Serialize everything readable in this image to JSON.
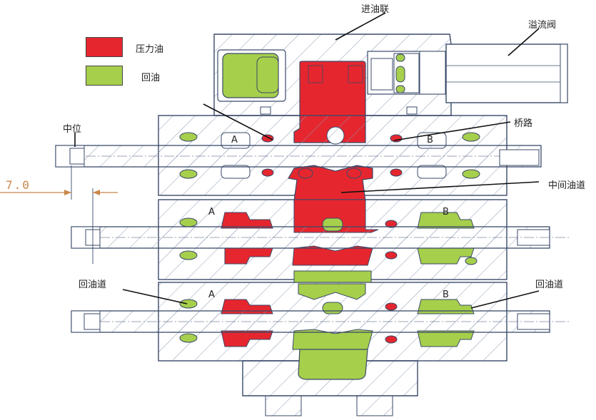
{
  "legend": {
    "pressure_label": "压力油",
    "return_label": "回油",
    "pressure_color": "#e6262e",
    "return_color": "#a6cf4b"
  },
  "labels": {
    "inlet_section": "进油联",
    "relief_valve": "溢流阀",
    "neutral_position": "中位",
    "bridge_passage": "桥路",
    "middle_passage": "中间油道",
    "return_passage_left": "回油道",
    "return_passage_right": "回油道",
    "dimension": "7.0",
    "port_a_1": "A",
    "port_b_1": "B",
    "port_a_2": "A",
    "port_b_2": "B",
    "port_a_3": "A",
    "port_b_3": "B"
  },
  "colors": {
    "outline": "#3a4a6a",
    "hatch": "#7a8aa8",
    "dimension": "#c8874a"
  }
}
